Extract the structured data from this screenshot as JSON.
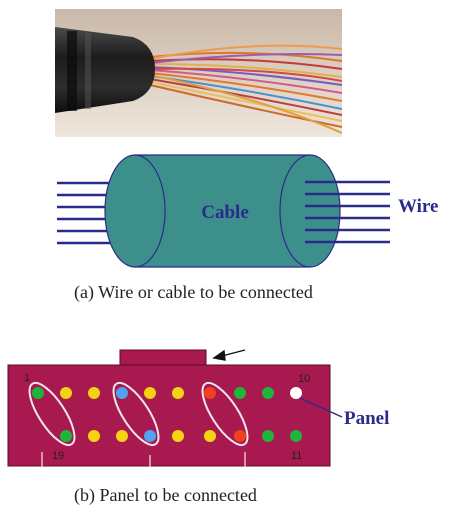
{
  "cable_diagram": {
    "cable_label": "Cable",
    "wire_label": "Wire",
    "caption": "(a)  Wire or cable to be connected"
  },
  "panel_diagram": {
    "panel_label": "Panel",
    "pin_labels": {
      "top_left": "1",
      "top_right": "10",
      "bottom_left": "19",
      "bottom_right": "11"
    },
    "caption": "(b)  Panel to be connected"
  },
  "colors": {
    "cable_body": "#3d8f8c",
    "wire_line": "#2b2b8a",
    "label_text": "#2b2b8a",
    "panel": "#a8194f",
    "pin_yellow": "#f5d312",
    "pin_green": "#1fb53d",
    "pin_blue": "#4fa3f0",
    "pin_red": "#f0401e",
    "pin_white": "#ffffff"
  }
}
